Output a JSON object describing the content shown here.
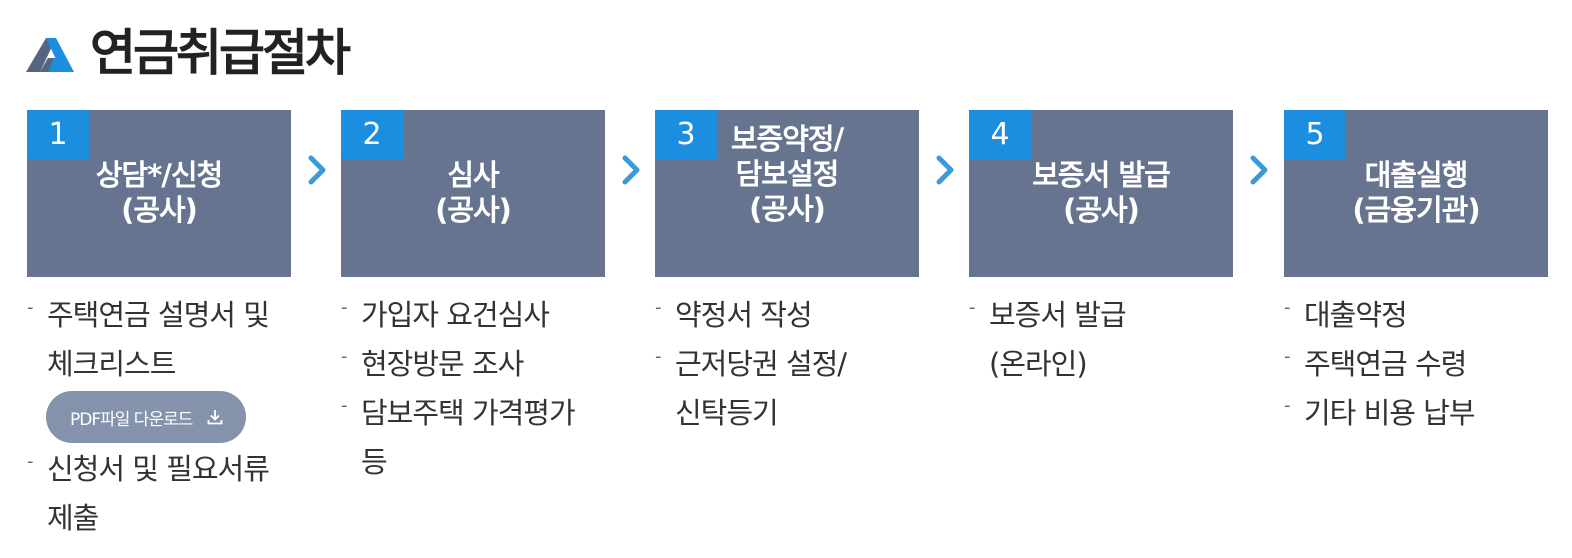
{
  "header": {
    "title": "연금취급절차"
  },
  "steps": [
    {
      "number": "1",
      "title": "상담*/신청\n(공사)",
      "items": [
        "주택연금 설명서 및\n체크리스트",
        "신청서 및 필요서류\n제출"
      ],
      "pdf_button": "PDF파일 다운로드"
    },
    {
      "number": "2",
      "title": "심사\n(공사)",
      "items": [
        "가입자 요건심사",
        "현장방문 조사",
        "담보주택 가격평가\n등"
      ]
    },
    {
      "number": "3",
      "title": "보증약정/\n담보설정\n(공사)",
      "items": [
        "약정서 작성",
        "근저당권 설정/\n신탁등기"
      ]
    },
    {
      "number": "4",
      "title": "보증서 발급\n(공사)",
      "items": [
        "보증서 발급\n(온라인)"
      ]
    },
    {
      "number": "5",
      "title": "대출실행\n(금융기관)",
      "items": [
        "대출약정",
        "주택연금 수령",
        "기타 비용 납부"
      ]
    }
  ],
  "colors": {
    "box": "#66748f",
    "number_badge": "#1c8ee0",
    "arrow": "#3b9ad8",
    "pdf_button": "#8592ab"
  },
  "icons": {
    "logo": "brand-logo-icon",
    "arrow": "chevron-right-icon",
    "download": "download-icon"
  }
}
